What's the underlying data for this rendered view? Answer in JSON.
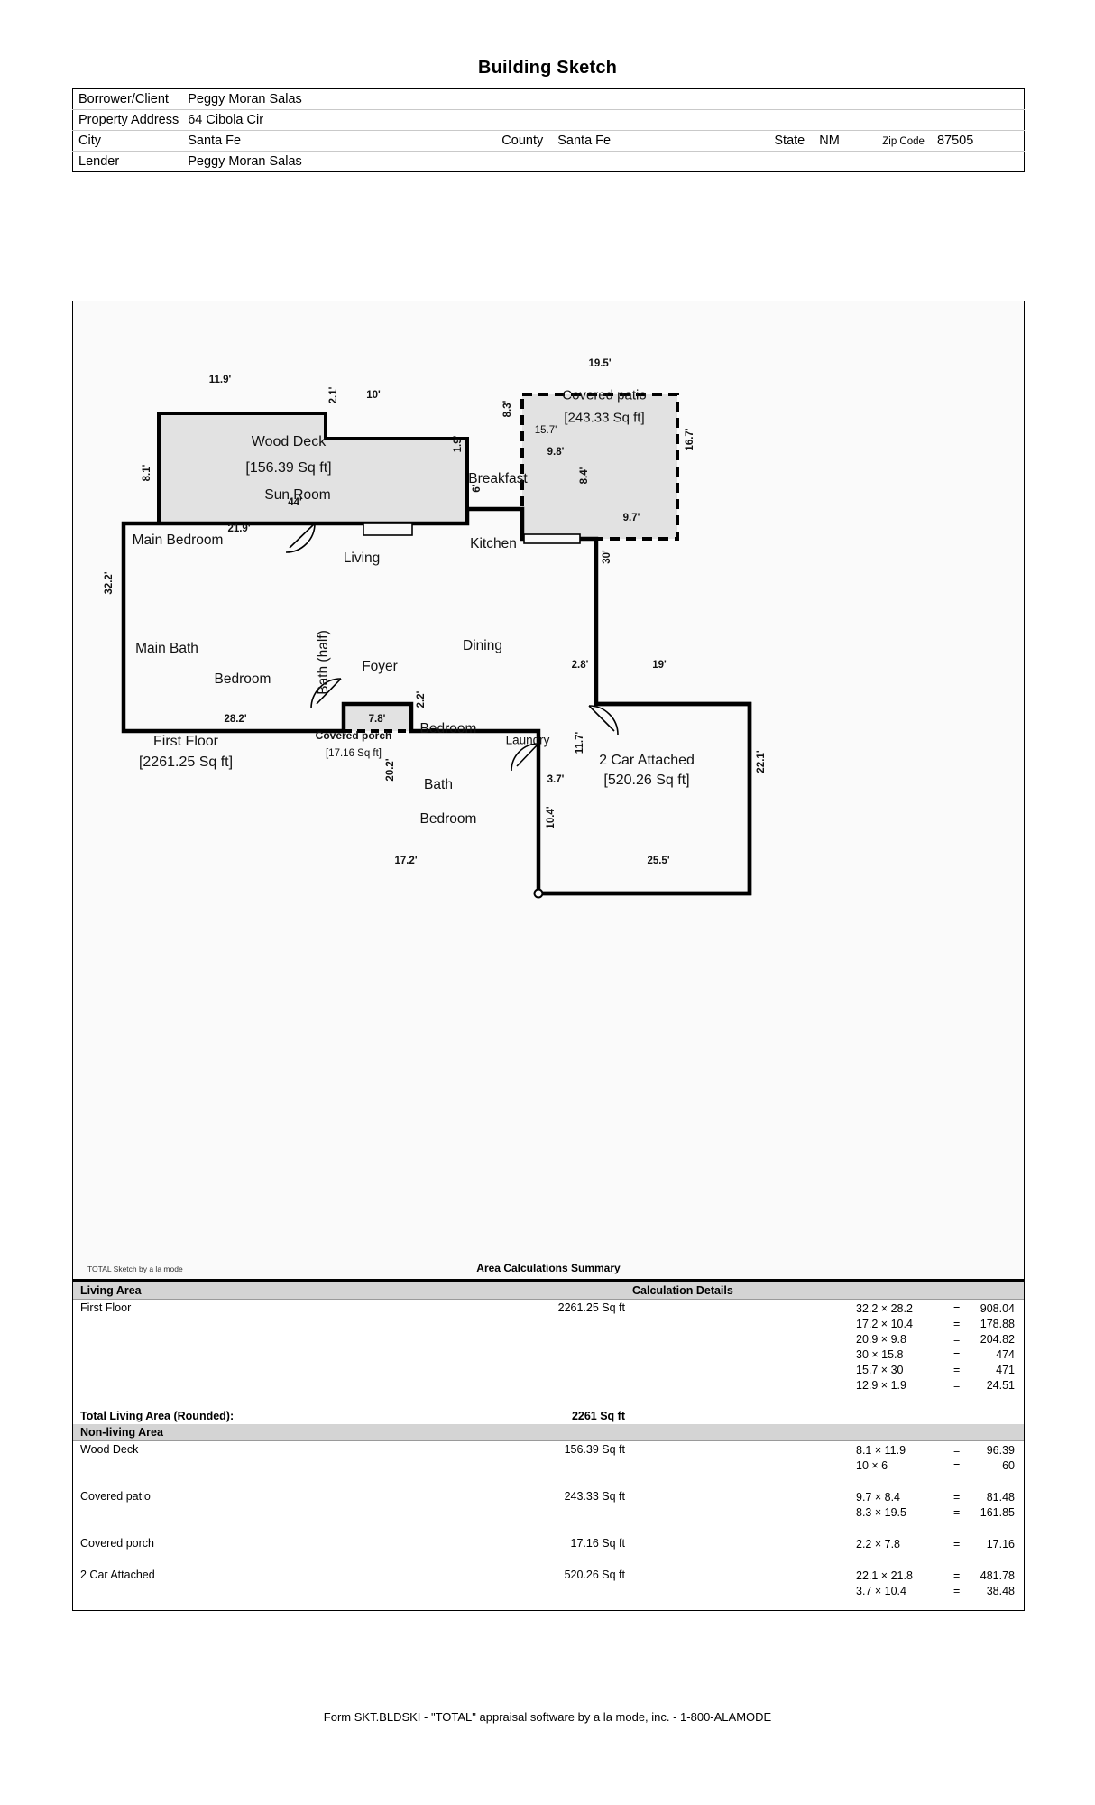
{
  "title": "Building Sketch",
  "header": {
    "rows": [
      {
        "label": "Borrower/Client",
        "value": "Peggy Moran Salas"
      },
      {
        "label": "Property Address",
        "value": "64 Cibola Cir"
      }
    ],
    "city_label": "City",
    "city_value": "Santa Fe",
    "county_label": "County",
    "county_value": "Santa Fe",
    "state_label": "State",
    "state_value": "NM",
    "zip_label": "Zip Code",
    "zip_value": "87505",
    "lender_label": "Lender",
    "lender_value": "Peggy Moran Salas"
  },
  "sketch": {
    "credit": "TOTAL Sketch by a la mode",
    "area_calc_heading": "Area Calculations Summary",
    "rooms": [
      {
        "name": "Wood Deck",
        "area": "[156.39 Sq ft]"
      },
      {
        "name": "Covered patio",
        "area": "[243.33 Sq ft]"
      },
      {
        "name": "Sun Room"
      },
      {
        "name": "Breakfast"
      },
      {
        "name": "Kitchen"
      },
      {
        "name": "Main Bedroom"
      },
      {
        "name": "Living"
      },
      {
        "name": "Main Bath"
      },
      {
        "name": "Bedroom"
      },
      {
        "name": "Bath (half)"
      },
      {
        "name": "Foyer"
      },
      {
        "name": "Dining"
      },
      {
        "name": "Laundry"
      },
      {
        "name": "Bath"
      },
      {
        "name": "2 Car Attached",
        "area": "[520.26 Sq ft]"
      },
      {
        "name": "First Floor",
        "area": "[2261.25 Sq ft]"
      },
      {
        "name": "Covered porch",
        "area": "[17.16 Sq ft]"
      }
    ],
    "labels": {
      "wood_deck": "Wood Deck",
      "wood_deck_area": "[156.39 Sq ft]",
      "covered_patio": "Covered patio",
      "covered_patio_area": "[243.33 Sq ft]",
      "sun_room": "Sun Room",
      "breakfast": "Breakfast",
      "kitchen": "Kitchen",
      "main_bedroom": "Main Bedroom",
      "living": "Living",
      "main_bath": "Main Bath",
      "bedroom1": "Bedroom",
      "bath_half": "Bath (half)",
      "foyer": "Foyer",
      "dining": "Dining",
      "bedroom2": "Bedroom",
      "laundry": "Laundry",
      "bath": "Bath",
      "bedroom3": "Bedroom",
      "garage": "2 Car Attached",
      "garage_area": "[520.26 Sq ft]",
      "first_floor": "First Floor",
      "first_floor_area": "[2261.25 Sq ft]",
      "covered_porch": "Covered porch",
      "covered_porch_area": "[17.16 Sq ft]"
    },
    "dims": {
      "deck_top": "11.9'",
      "deck_step": "2.1'",
      "deck_right_top": "10'",
      "deck_left": "8.1'",
      "deck_right": "6'",
      "deck_bottom": "21.9'",
      "deck_door": "44'",
      "patio_top": "19.5'",
      "patio_left": "8.3'",
      "patio_inner": "15.7'",
      "patio_right": "16.7'",
      "patio_bottom": "9.7'",
      "patio_door": "9.8'",
      "breakfast_step": "1.9'",
      "breakfast_right": "8.4'",
      "house_left": "32.2'",
      "house_right_mid": "30'",
      "house_bottom_left": "28.2'",
      "porch_bottom": "7.8'",
      "porch_right": "2.2'",
      "wing_left": "20.2'",
      "wing_bottom": "17.2'",
      "garage_top_left": "2.8'",
      "garage_top": "19'",
      "garage_left": "11.7'",
      "garage_notch": "3.7'",
      "garage_notch_v": "10.4'",
      "garage_right": "22.1'",
      "garage_bottom": "25.5'"
    }
  },
  "calc": {
    "col_living_area": "Living Area",
    "col_calc_details": "Calculation Details",
    "living_rows": [
      {
        "name": "First Floor",
        "area": "2261.25 Sq ft",
        "details": [
          {
            "expr": "32.2 × 28.2",
            "eq": "=",
            "val": "908.04"
          },
          {
            "expr": "17.2 × 10.4",
            "eq": "=",
            "val": "178.88"
          },
          {
            "expr": "20.9 × 9.8",
            "eq": "=",
            "val": "204.82"
          },
          {
            "expr": "30 × 15.8",
            "eq": "=",
            "val": "474"
          },
          {
            "expr": "15.7 × 30",
            "eq": "=",
            "val": "471"
          },
          {
            "expr": "12.9 × 1.9",
            "eq": "=",
            "val": "24.51"
          }
        ]
      }
    ],
    "total_label": "Total Living Area (Rounded):",
    "total_value": "2261 Sq ft",
    "nonliving_header": "Non-living Area",
    "nonliving_rows": [
      {
        "name": "Wood Deck",
        "area": "156.39 Sq ft",
        "details": [
          {
            "expr": "8.1 × 11.9",
            "eq": "=",
            "val": "96.39"
          },
          {
            "expr": "10 × 6",
            "eq": "=",
            "val": "60"
          }
        ]
      },
      {
        "name": "Covered patio",
        "area": "243.33 Sq ft",
        "details": [
          {
            "expr": "9.7 × 8.4",
            "eq": "=",
            "val": "81.48"
          },
          {
            "expr": "8.3 × 19.5",
            "eq": "=",
            "val": "161.85"
          }
        ]
      },
      {
        "name": "Covered porch",
        "area": "17.16 Sq ft",
        "details": [
          {
            "expr": "2.2 × 7.8",
            "eq": "=",
            "val": "17.16"
          }
        ]
      },
      {
        "name": "2 Car Attached",
        "area": "520.26 Sq ft",
        "details": [
          {
            "expr": "22.1 × 21.8",
            "eq": "=",
            "val": "481.78"
          },
          {
            "expr": "3.7 × 10.4",
            "eq": "=",
            "val": "38.48"
          }
        ]
      }
    ]
  },
  "footer": "Form SKT.BLDSKI - \"TOTAL\" appraisal software by a la mode, inc. - 1-800-ALAMODE",
  "colors": {
    "shaded_fill": "#e2e2e2",
    "line": "#000000",
    "section_bg": "#d4d4d4",
    "page_bg": "#ffffff",
    "sketch_bg": "#fafafa"
  }
}
